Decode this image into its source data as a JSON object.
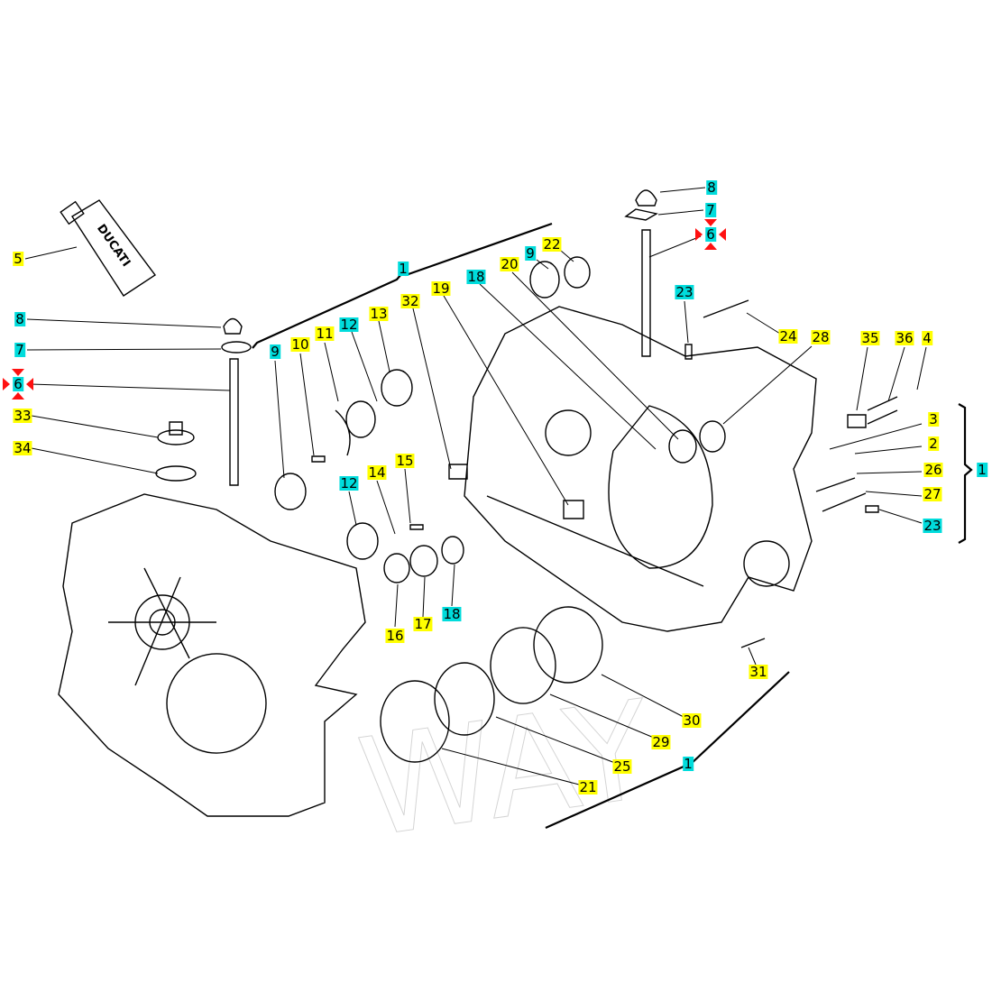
{
  "diagram": {
    "tube_brand": "DUCATI",
    "watermark": "WAY",
    "colors": {
      "yellow": "#ffff00",
      "cyan": "#00dcdc",
      "marker": "#ff1010"
    },
    "labels": [
      {
        "num": "5",
        "kind": "yellow"
      },
      {
        "num": "8",
        "kind": "cyan"
      },
      {
        "num": "7",
        "kind": "cyan"
      },
      {
        "num": "6",
        "kind": "cyan",
        "highlighted": true
      },
      {
        "num": "33",
        "kind": "yellow"
      },
      {
        "num": "34",
        "kind": "yellow"
      },
      {
        "num": "1",
        "kind": "cyan"
      },
      {
        "num": "9",
        "kind": "cyan"
      },
      {
        "num": "10",
        "kind": "yellow"
      },
      {
        "num": "11",
        "kind": "yellow"
      },
      {
        "num": "12",
        "kind": "cyan"
      },
      {
        "num": "13",
        "kind": "yellow"
      },
      {
        "num": "32",
        "kind": "yellow"
      },
      {
        "num": "19",
        "kind": "yellow"
      },
      {
        "num": "18",
        "kind": "cyan"
      },
      {
        "num": "20",
        "kind": "yellow"
      },
      {
        "num": "9",
        "kind": "cyan"
      },
      {
        "num": "22",
        "kind": "yellow"
      },
      {
        "num": "8",
        "kind": "cyan"
      },
      {
        "num": "7",
        "kind": "cyan"
      },
      {
        "num": "6",
        "kind": "cyan",
        "highlighted": true
      },
      {
        "num": "23",
        "kind": "cyan"
      },
      {
        "num": "24",
        "kind": "yellow"
      },
      {
        "num": "28",
        "kind": "yellow"
      },
      {
        "num": "35",
        "kind": "yellow"
      },
      {
        "num": "36",
        "kind": "yellow"
      },
      {
        "num": "4",
        "kind": "yellow"
      },
      {
        "num": "3",
        "kind": "yellow"
      },
      {
        "num": "2",
        "kind": "yellow"
      },
      {
        "num": "26",
        "kind": "yellow"
      },
      {
        "num": "27",
        "kind": "yellow"
      },
      {
        "num": "23",
        "kind": "cyan"
      },
      {
        "num": "1",
        "kind": "cyan"
      },
      {
        "num": "12",
        "kind": "cyan"
      },
      {
        "num": "14",
        "kind": "yellow"
      },
      {
        "num": "15",
        "kind": "yellow"
      },
      {
        "num": "16",
        "kind": "yellow"
      },
      {
        "num": "17",
        "kind": "yellow"
      },
      {
        "num": "18",
        "kind": "cyan"
      },
      {
        "num": "31",
        "kind": "yellow"
      },
      {
        "num": "30",
        "kind": "yellow"
      },
      {
        "num": "29",
        "kind": "yellow"
      },
      {
        "num": "25",
        "kind": "yellow"
      },
      {
        "num": "21",
        "kind": "yellow"
      },
      {
        "num": "1",
        "kind": "cyan"
      }
    ]
  }
}
